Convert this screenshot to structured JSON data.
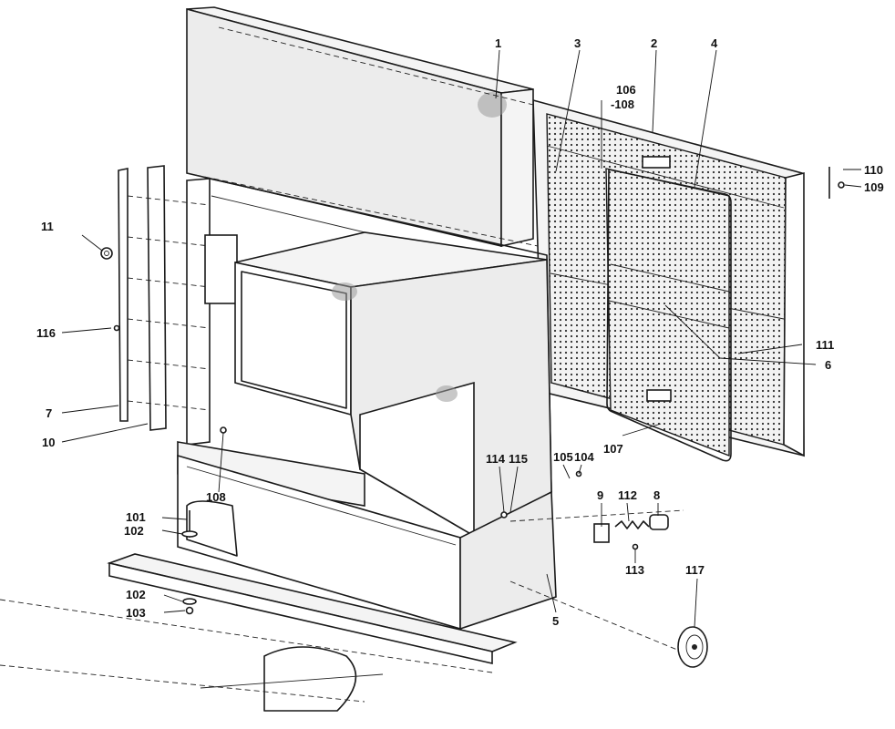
{
  "diagram": {
    "callouts": {
      "c1": "1",
      "c2": "2",
      "c3": "3",
      "c4": "4",
      "c5": "5",
      "c6": "6",
      "c7": "7",
      "c8": "8",
      "c9": "9",
      "c10": "10",
      "c11": "11",
      "c101": "101",
      "c102a": "102",
      "c102b": "102",
      "c103": "103",
      "c104": "104",
      "c105": "105",
      "c106": "106",
      "c107": "107",
      "c108a": "-108",
      "c108b": "108",
      "c109": "109",
      "c110": "110",
      "c111": "111",
      "c112": "112",
      "c113": "113",
      "c114": "114",
      "c115": "115",
      "c116": "116",
      "c117": "117"
    },
    "colors": {
      "line": "#1a1a1a",
      "background": "#ffffff",
      "panel": "#f4f4f4"
    }
  }
}
